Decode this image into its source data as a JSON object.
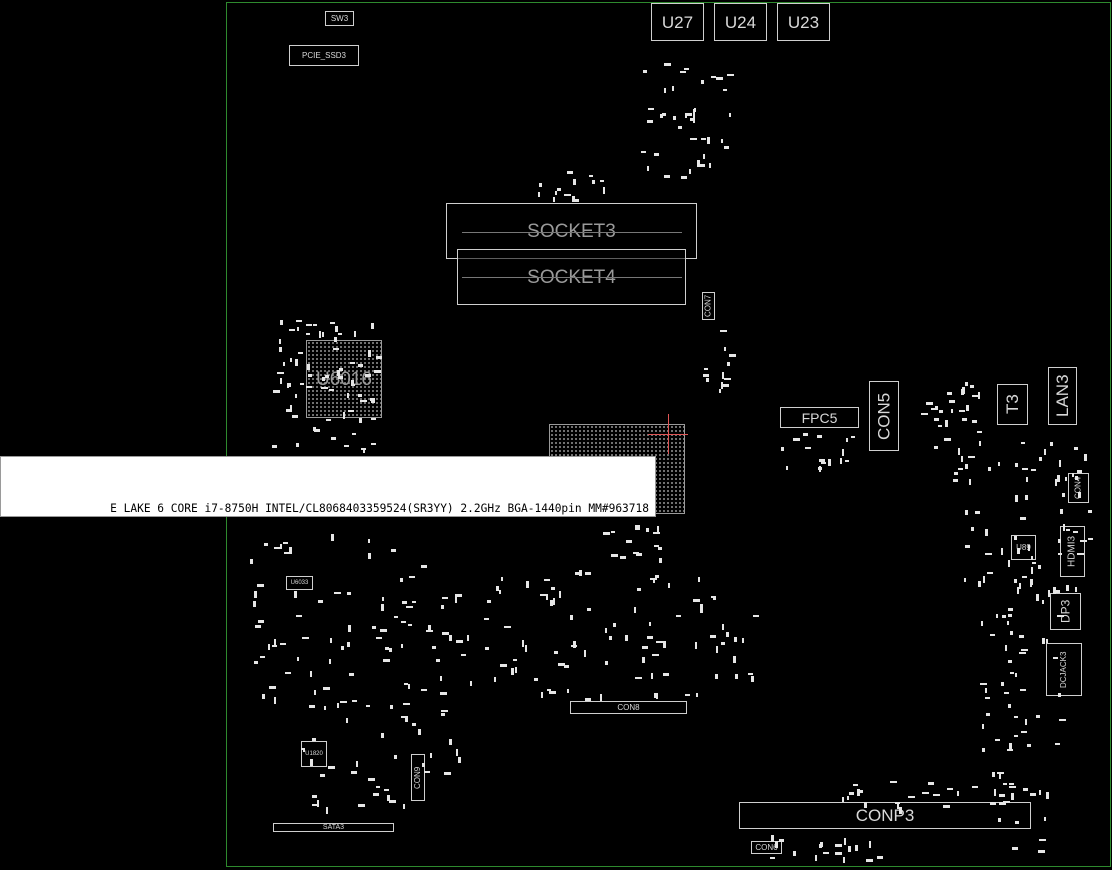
{
  "board": {
    "components": {
      "sw3": "SW3",
      "pcie_ssd3": "PCIE_SSD3",
      "u27": "U27",
      "u24": "U24",
      "u23": "U23",
      "socket3": "SOCKET3",
      "socket4": "SOCKET4",
      "u6016": "U6016",
      "con7": "CON7",
      "fpc5": "FPC5",
      "con5": "CON5",
      "t3": "T3",
      "lan3": "LAN3",
      "conn_small": "CON4",
      "hdmi3": "HDMI3",
      "u89": "U89",
      "dp3": "DP3",
      "dcjack3": "DCJACK3",
      "u6033": "U6033",
      "con8": "CON8",
      "u1820": "U1820",
      "con9": "CON9",
      "sata3": "SATA3",
      "conp3": "CONP3",
      "con6": "CON6"
    }
  },
  "tooltip": {
    "text": "E LAKE 6 CORE i7-8750H INTEL/CL8068403359524(SR3YY) 2.2GHz BGA-1440pin  MM#963718"
  }
}
